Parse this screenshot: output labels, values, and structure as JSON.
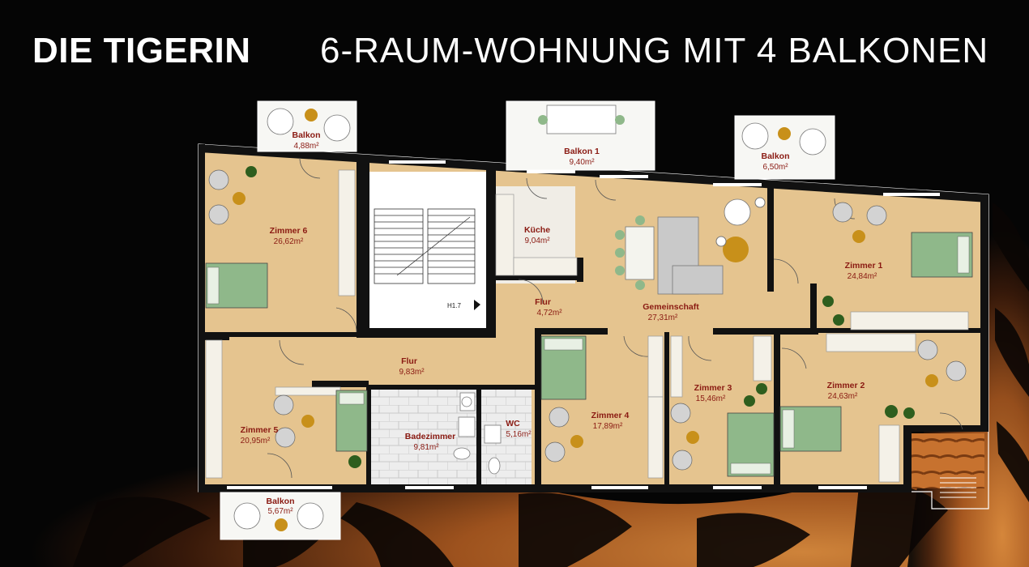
{
  "header": {
    "name": "DIE TIGERIN",
    "subtitle": "6-RAUM-WOHNUNG MIT 4 BALKONEN"
  },
  "colors": {
    "background": "#050505",
    "room_fill": "#e5c48f",
    "wall": "#111111",
    "label": "#8a1a12",
    "bed": "#8fb88a",
    "sofa": "#c9c9c9",
    "stairwell": "#ffffff",
    "tiger_fur": "#c7722f"
  },
  "rooms": {
    "zimmer6": {
      "name": "Zimmer 6",
      "area": "26,62m²"
    },
    "kueche": {
      "name": "Küche",
      "area": "9,04m²"
    },
    "flur_upper": {
      "name": "Flur",
      "area": "4,72m²"
    },
    "gemeinschaft": {
      "name": "Gemeinschaft",
      "area": "27,31m²"
    },
    "zimmer1": {
      "name": "Zimmer 1",
      "area": "24,84m²"
    },
    "flur_lower": {
      "name": "Flur",
      "area": "9,83m²"
    },
    "zimmer5": {
      "name": "Zimmer 5",
      "area": "20,95m²"
    },
    "badezimmer": {
      "name": "Badezimmer",
      "area": "9,81m²"
    },
    "wc": {
      "name": "WC",
      "area": "5,16m²"
    },
    "zimmer4": {
      "name": "Zimmer 4",
      "area": "17,89m²"
    },
    "zimmer3": {
      "name": "Zimmer 3",
      "area": "15,46m²"
    },
    "zimmer2": {
      "name": "Zimmer 2",
      "area": "24,63m²"
    }
  },
  "balconies": {
    "b_top_left": {
      "name": "Balkon",
      "area": "4,88m²"
    },
    "b_top_center": {
      "name": "Balkon 1",
      "area": "9,40m²"
    },
    "b_top_right": {
      "name": "Balkon",
      "area": "6,50m²"
    },
    "b_bottom_left": {
      "name": "Balkon",
      "area": "5,67m²"
    }
  },
  "stair": {
    "label": "H1.7"
  },
  "icons": [
    "plant-icon",
    "chair-icon",
    "bed-icon",
    "sofa-icon",
    "table-icon",
    "lamp-icon",
    "door-arc-icon",
    "entrance-arrow-icon"
  ]
}
